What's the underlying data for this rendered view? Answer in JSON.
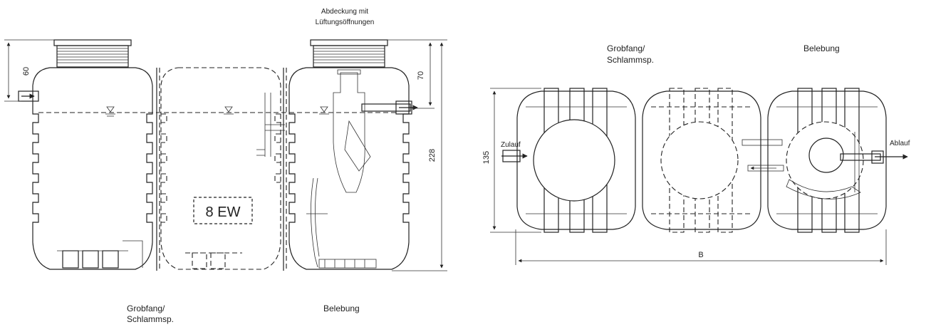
{
  "side_view": {
    "cover_label_line1": "Abdeckung mit",
    "cover_label_line2": "Lüftungsöffnungen",
    "dim_60": "60",
    "dim_70": "70",
    "dim_228": "228",
    "capacity_label": "8 EW",
    "chamber_left_line1": "Grobfang/",
    "chamber_left_line2": "Schlammsp.",
    "chamber_right": "Belebung"
  },
  "top_view": {
    "chamber_left_line1": "Grobfang/",
    "chamber_left_line2": "Schlammsp.",
    "chamber_right": "Belebung",
    "inlet": "Zulauf",
    "outlet": "Ablauf",
    "dim_135": "135",
    "dim_b": "B"
  }
}
